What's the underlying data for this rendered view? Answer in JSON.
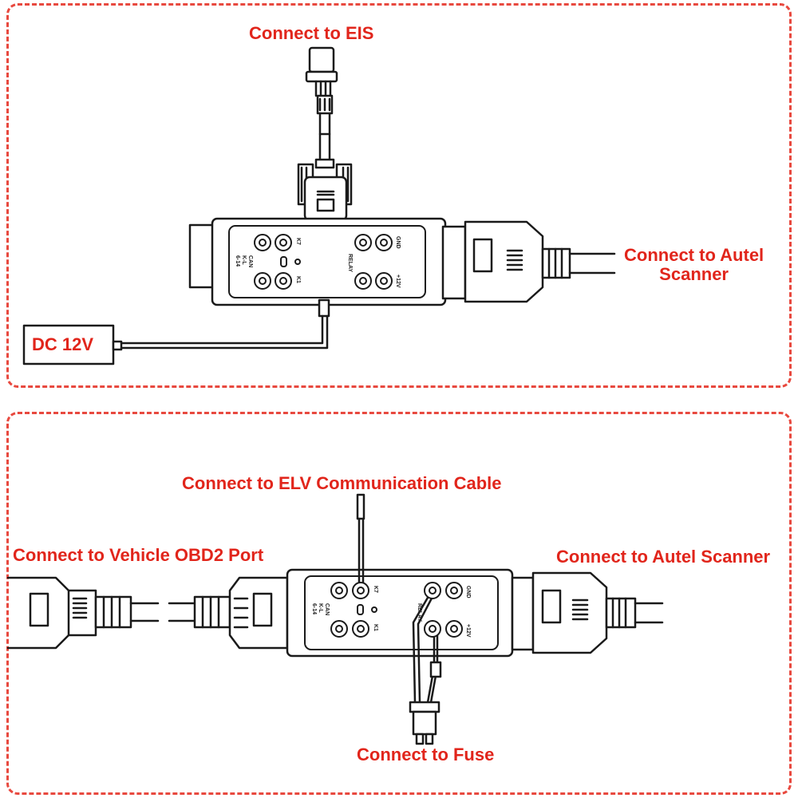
{
  "top_panel": {
    "label_eis": "Connect to EIS",
    "label_scanner": "Connect to Autel\nScanner",
    "label_power": "DC 12V",
    "ports": {
      "can": "CAN\nK-L\n6-14",
      "k1": "K1",
      "k7": "K7",
      "relay": "RELAY",
      "gnd": "GND",
      "v12": "+12V"
    }
  },
  "bottom_panel": {
    "label_elv": "Connect to ELV Communication Cable",
    "label_obd": "Connect to Vehicle OBD2 Port",
    "label_scanner": "Connect to Autel Scanner",
    "label_fuse": "Connect to Fuse"
  },
  "colors": {
    "accent": "#e1251b",
    "border": "#e8493f",
    "line": "#1a1a1a"
  }
}
